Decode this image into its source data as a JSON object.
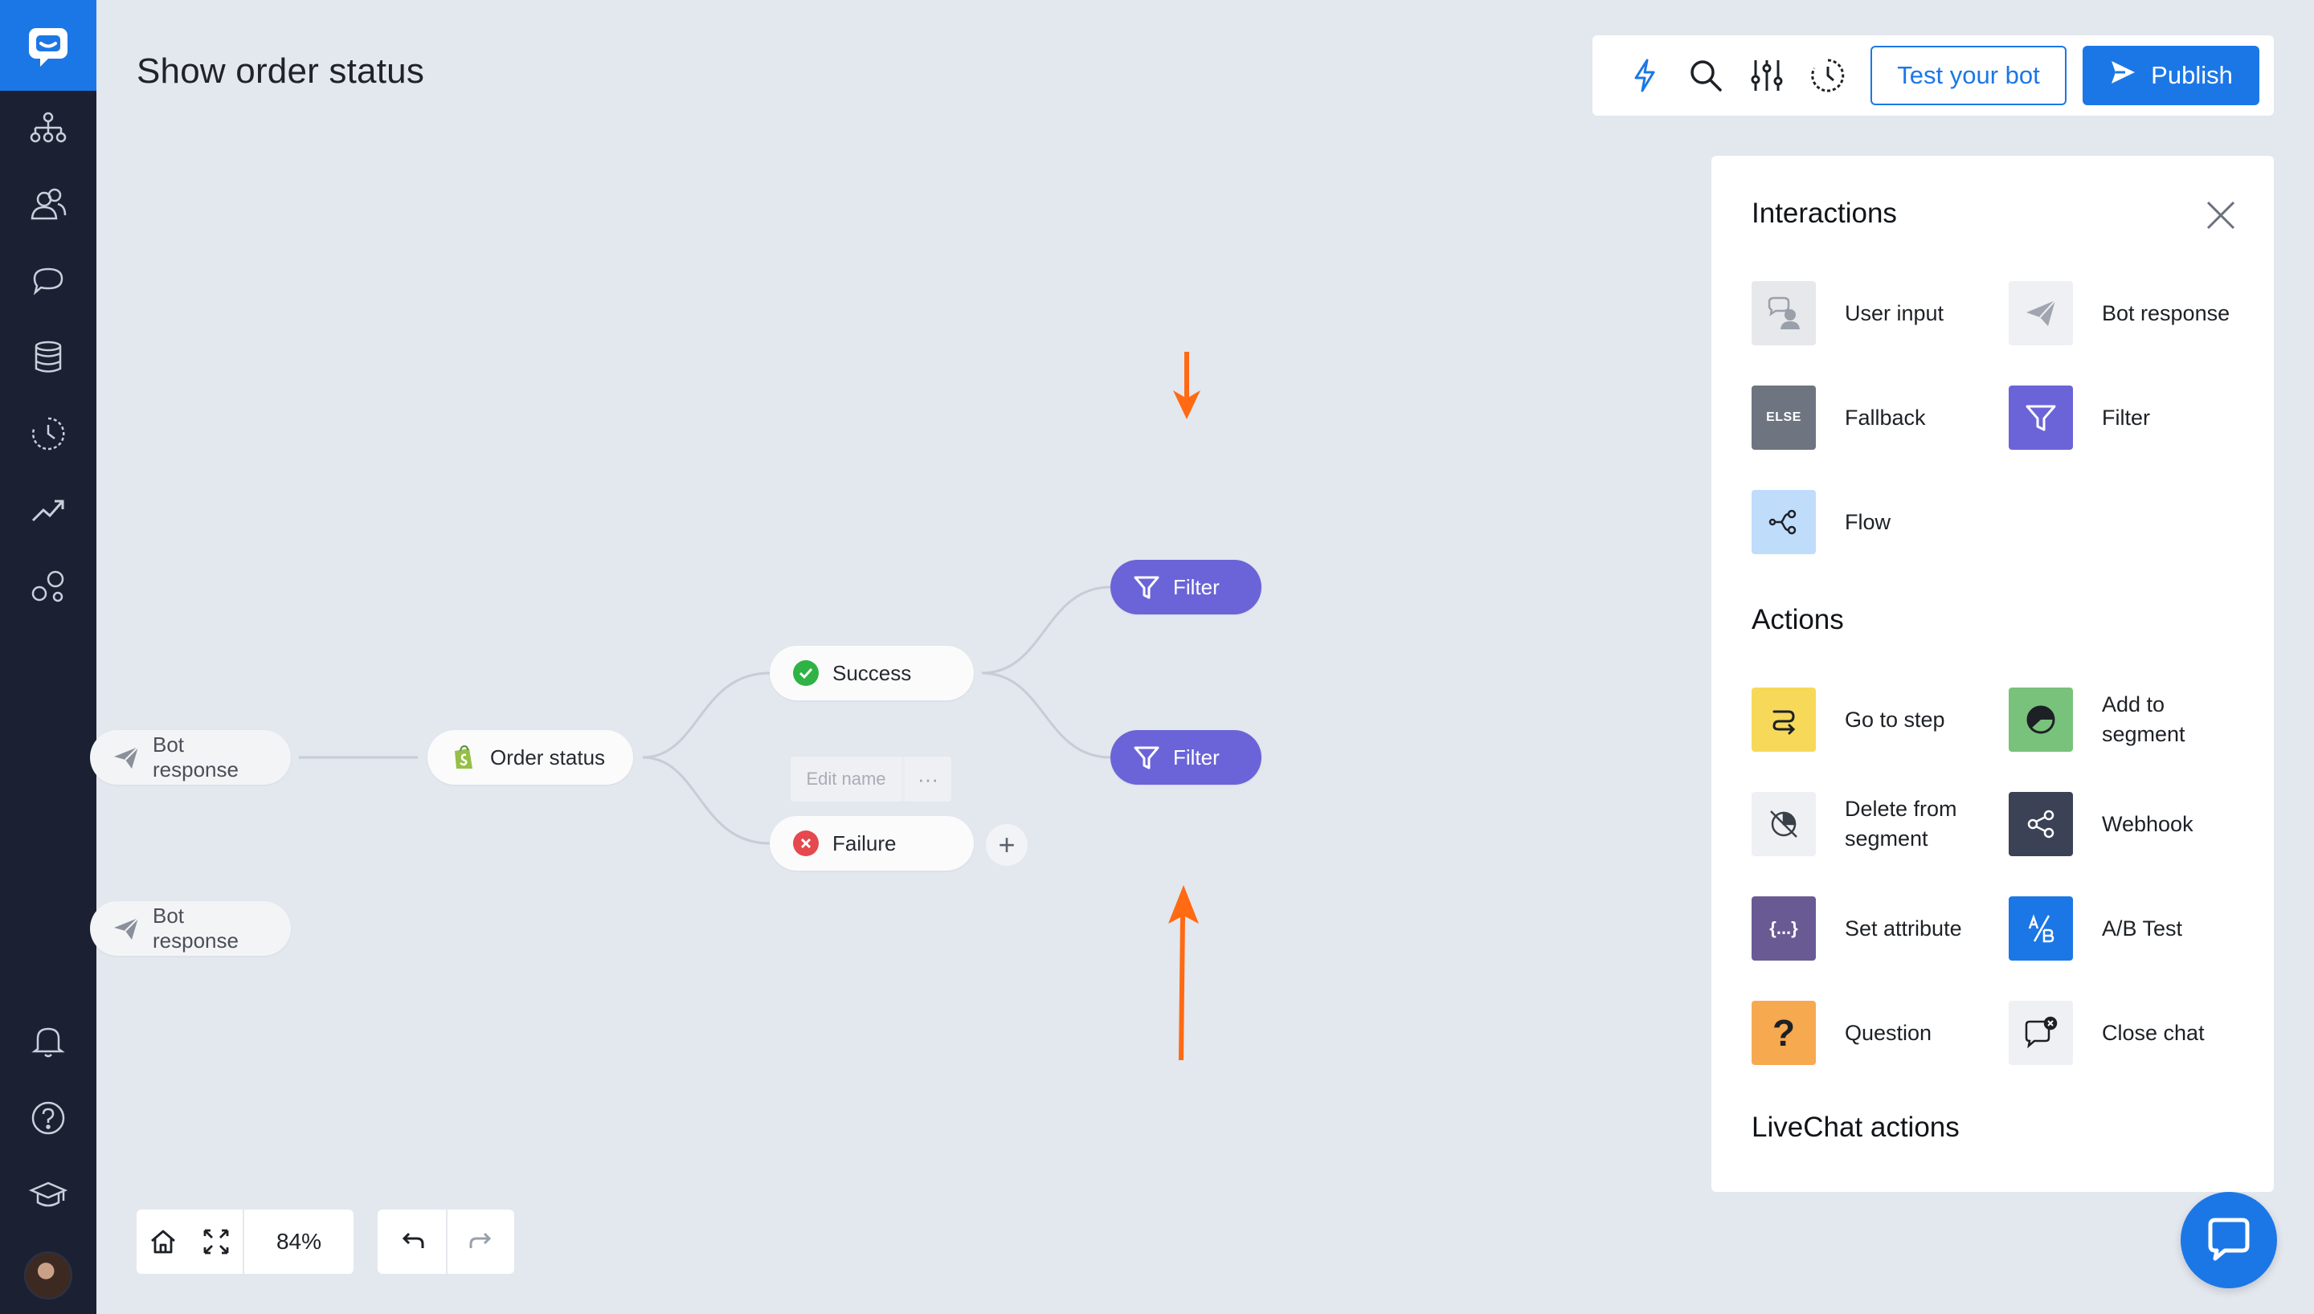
{
  "page": {
    "title": "Show order status"
  },
  "sidebar": {
    "logo_icon": "livechat-bot-logo-icon",
    "items": [
      {
        "name": "sitemap-icon"
      },
      {
        "name": "users-icon"
      },
      {
        "name": "chat-bubbles-icon"
      },
      {
        "name": "database-icon"
      },
      {
        "name": "history-icon"
      },
      {
        "name": "trending-icon"
      },
      {
        "name": "integrations-icon"
      }
    ],
    "bottom": [
      {
        "name": "bell-icon"
      },
      {
        "name": "help-icon"
      },
      {
        "name": "academy-icon"
      },
      {
        "name": "user-avatar"
      }
    ]
  },
  "toolbar": {
    "icons": [
      "lightning-icon",
      "search-icon",
      "sliders-icon",
      "history-icon"
    ],
    "test_label": "Test your bot",
    "publish_label": "Publish"
  },
  "canvas": {
    "nodes": {
      "bot_response_1": "Bot response",
      "bot_response_2": "Bot response",
      "order_status": "Order status",
      "success": "Success",
      "failure": "Failure",
      "filter_1": "Filter",
      "filter_2": "Filter"
    },
    "edit_name": {
      "placeholder": "Edit name",
      "more": "···"
    },
    "add": "+",
    "arrow_color": "#ff6a13"
  },
  "panel": {
    "interactions_title": "Interactions",
    "interactions": [
      {
        "label": "User input",
        "icon": "user-input-icon",
        "bg": "#e6e8ec"
      },
      {
        "label": "Bot response",
        "icon": "paper-plane-icon",
        "bg": "#eef0f3"
      },
      {
        "label": "Fallback",
        "icon": "else-icon",
        "bg": "#6e7480",
        "badge": "ELSE"
      },
      {
        "label": "Filter",
        "icon": "filter-icon",
        "bg": "#6b64d8"
      },
      {
        "label": "Flow",
        "icon": "flow-icon",
        "bg": "#bfdcfb"
      }
    ],
    "actions_title": "Actions",
    "actions": [
      {
        "label": "Go to step",
        "icon": "go-to-step-icon",
        "bg": "#f7d95a"
      },
      {
        "label": "Add to segment",
        "icon": "segment-pie-icon",
        "bg": "#79c27b"
      },
      {
        "label": "Delete from segment",
        "icon": "delete-segment-icon",
        "bg": "#eef0f3"
      },
      {
        "label": "Webhook",
        "icon": "webhook-icon",
        "bg": "#3b4256"
      },
      {
        "label": "Set attribute",
        "icon": "braces-icon",
        "bg": "#6a5a94",
        "badge": "{...}"
      },
      {
        "label": "A/B Test",
        "icon": "ab-test-icon",
        "bg": "#1c77e6"
      },
      {
        "label": "Question",
        "icon": "question-icon",
        "bg": "#f7a94f",
        "badge": "?"
      },
      {
        "label": "Close chat",
        "icon": "close-chat-icon",
        "bg": "#eef0f3"
      }
    ],
    "livechat_title": "LiveChat actions"
  },
  "zoom": {
    "value": "84%"
  }
}
